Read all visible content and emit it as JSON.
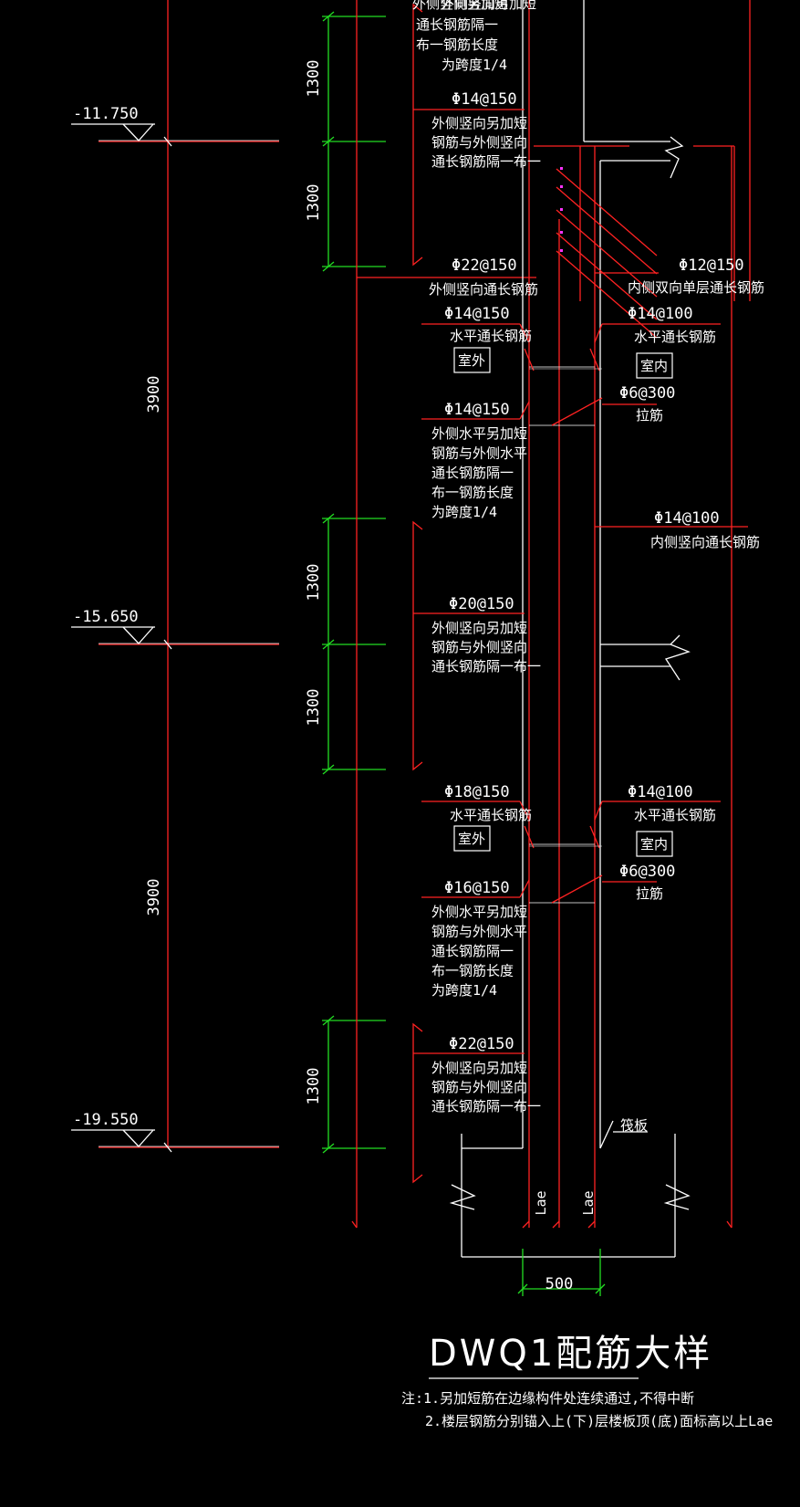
{
  "colors": {
    "background": "#000000",
    "concrete": "#ffffff",
    "rebar": "#ff2222",
    "dimension": "#22dd22",
    "text": "#ffffff",
    "marker": "#ff33ff"
  },
  "elevations": [
    "-11.750",
    "-15.650",
    "-19.550"
  ],
  "dimensions": {
    "left": [
      "3900",
      "3900"
    ],
    "mid": [
      "1300",
      "1300",
      "1300",
      "1300",
      "1300"
    ],
    "wall_thickness": "500"
  },
  "labels": {
    "top_cut": [
      "外侧竖向另加短",
      "通长钢筋隔一",
      "布一钢筋长度",
      "为跨度1/4"
    ],
    "t1_spec": "Φ14@150",
    "t1_desc": [
      "外侧竖向另加短",
      "钢筋与外侧竖向",
      "通长钢筋隔一布一"
    ],
    "t2_spec": "Φ22@150",
    "t2_desc": "外侧竖向通长钢筋",
    "t3_spec": "Φ12@150",
    "t3_desc": "内侧双向单层通长钢筋",
    "h1_spec": "Φ14@150",
    "h1_desc": "水平通长钢筋",
    "outside": "室外",
    "h2_spec": "Φ14@100",
    "h2_desc": "水平通长钢筋",
    "inside": "室内",
    "tie1_spec": "Φ6@300",
    "tie_desc": "拉筋",
    "s1_spec": "Φ14@150",
    "s1_desc": [
      "外侧水平另加短",
      "钢筋与外侧水平",
      "通长钢筋隔一",
      "布一钢筋长度",
      "为跨度1/4"
    ],
    "v_in_spec": "Φ14@100",
    "v_in_desc": "内侧竖向通长钢筋",
    "m1_spec": "Φ20@150",
    "m1_desc": [
      "外侧竖向另加短",
      "钢筋与外侧竖向",
      "通长钢筋隔一布一"
    ],
    "h3_spec": "Φ18@150",
    "h3_desc": "水平通长钢筋",
    "h4_spec": "Φ14@100",
    "h4_desc": "水平通长钢筋",
    "tie2_spec": "Φ6@300",
    "s2_spec": "Φ16@150",
    "s2_desc": [
      "外侧水平另加短",
      "钢筋与外侧水平",
      "通长钢筋隔一",
      "布一钢筋长度",
      "为跨度1/4"
    ],
    "b1_spec": "Φ22@150",
    "b1_desc": [
      "外侧竖向另加短",
      "钢筋与外侧竖向",
      "通长钢筋隔一布一"
    ],
    "raft": "筏板",
    "lae": "Lae"
  },
  "title": "DWQ1配筋大样",
  "notes": [
    "注:1.另加短筋在边缘构件处连续通过,不得中断",
    "2.楼层钢筋分别锚入上(下)层楼板顶(底)面标高以上Lae"
  ]
}
